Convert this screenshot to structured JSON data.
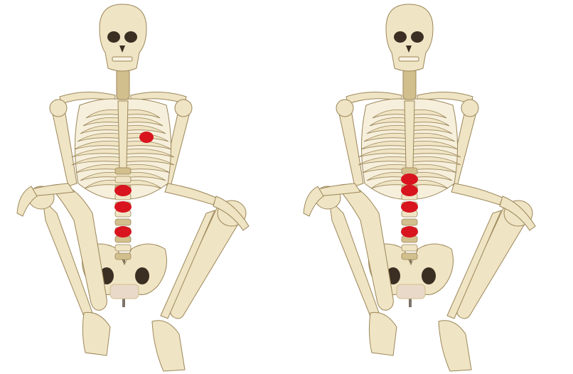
{
  "colors": {
    "background": "#ffffff",
    "bone": "#efe4c4",
    "bone_shade": "#d2bf8e",
    "bone_dark": "#9c8759",
    "marker": "#d8141f",
    "stand": "#7b7469"
  },
  "panels": [
    {
      "label_visible": false,
      "markers": [
        "chest-marker",
        "spine-marker-1",
        "spine-marker-2",
        "spine-marker-3"
      ]
    },
    {
      "label_visible": false,
      "markers": [
        "spine-marker-0",
        "spine-marker-1",
        "spine-marker-2",
        "spine-marker-3"
      ]
    }
  ]
}
